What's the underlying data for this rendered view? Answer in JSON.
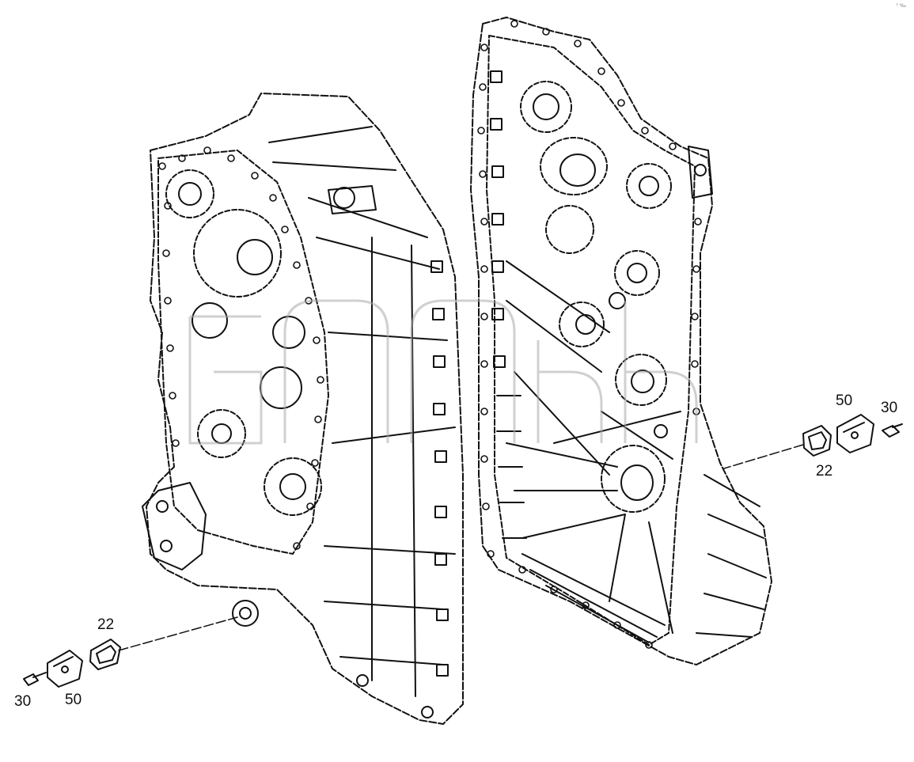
{
  "diagram": {
    "colors": {
      "line": "#111111",
      "watermark": "#aaaaaa",
      "background": "#ffffff"
    },
    "corner_mark": "° ‰",
    "callouts": {
      "left_bolt": "30",
      "left_cover": "50",
      "left_gasket": "22",
      "right_cover": "50",
      "right_bolt": "30",
      "right_gasket": "22"
    }
  }
}
